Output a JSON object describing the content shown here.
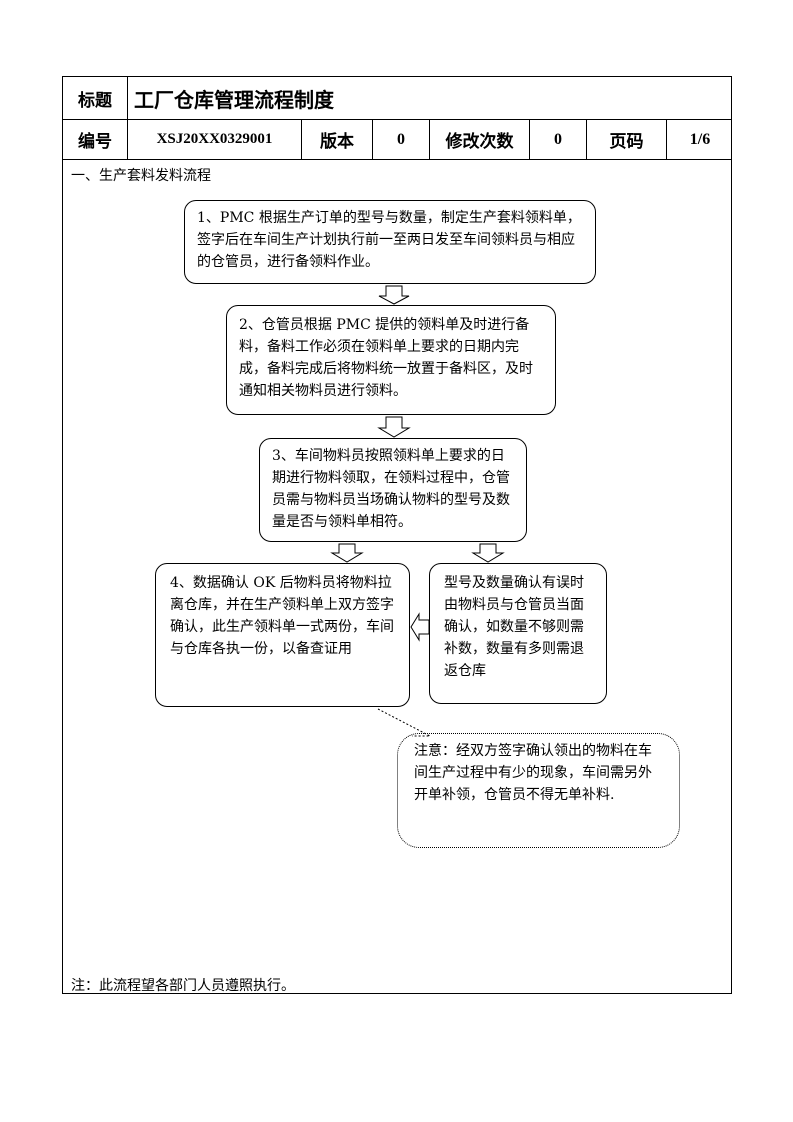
{
  "header": {
    "title_label": "标题",
    "title": "工厂仓库管理流程制度",
    "code_label": "编号",
    "code": "XSJ20XX0329001",
    "version_label": "版本",
    "version": "0",
    "revision_label": "修改次数",
    "revision": "0",
    "page_label": "页码",
    "page": "1/6"
  },
  "section_title": "一、生产套料发料流程",
  "flow": {
    "step1": "1、PMC 根据生产订单的型号与数量，制定生产套料领料单，签字后在车间生产计划执行前一至两日发至车间领料员与相应的仓管员，进行备领料作业。",
    "step2": "2、仓管员根据 PMC 提供的领料单及时进行备料，备料工作必须在领料单上要求的日期内完成，备料完成后将物料统一放置于备料区，及时通知相关物料员进行领料。",
    "step3": "3、车间物料员按照领料单上要求的日期进行物料领取，在领料过程中，仓管员需与物料员当场确认物料的型号及数量是否与领料单相符。",
    "step4": "4、数据确认 OK 后物料员将物料拉离仓库，并在生产领料单上双方签字确认，此生产领料单一式两份，车间与仓库各执一份，以备查证用",
    "step_mismatch": "型号及数量确认有误时由物料员与仓管员当面确认，如数量不够则需补数，数量有多则需退返仓库",
    "callout": "注意：经双方签字确认领出的物料在车间生产过程中有少的现象，车间需另外开单补领，仓管员不得无单补料."
  },
  "footer_note": "注：此流程望各部门人员遵照执行。"
}
